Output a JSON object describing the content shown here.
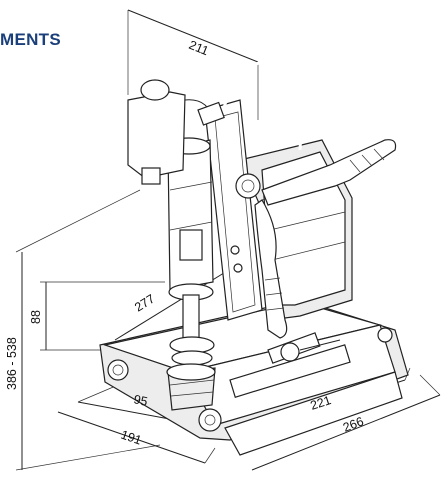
{
  "header": {
    "title": "MENTS",
    "title_color": "#1b3f7a"
  },
  "dimensions": {
    "d211": "211",
    "d277": "277",
    "d88": "88",
    "d386_538": "386 - 538",
    "d95": "95",
    "d191": "191",
    "d221": "221",
    "d266": "266"
  },
  "line_color": "#222222"
}
